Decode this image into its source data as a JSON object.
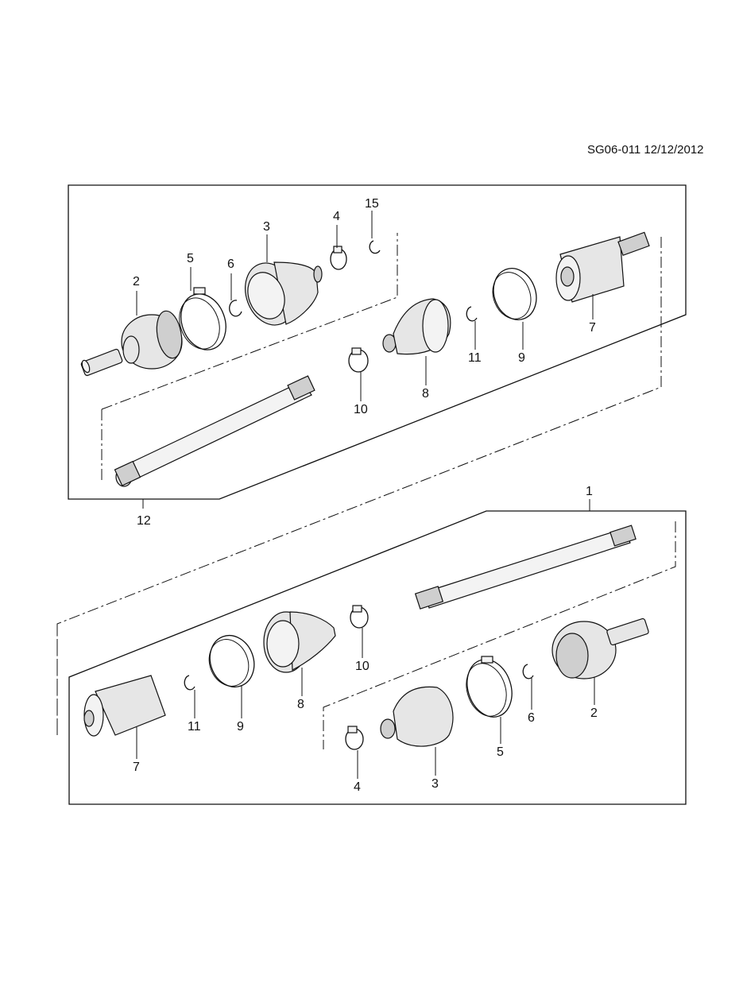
{
  "header": {
    "doc_code": "SG06-011 12/12/2012"
  },
  "upper_panel": {
    "callouts": [
      "15",
      "4",
      "3",
      "5",
      "6",
      "2",
      "7",
      "9",
      "11",
      "8",
      "10"
    ],
    "assembly_callout": "12"
  },
  "lower_panel": {
    "assembly_callout": "1",
    "callouts": [
      "10",
      "8",
      "9",
      "11",
      "7",
      "2",
      "6",
      "5",
      "4",
      "3"
    ]
  }
}
